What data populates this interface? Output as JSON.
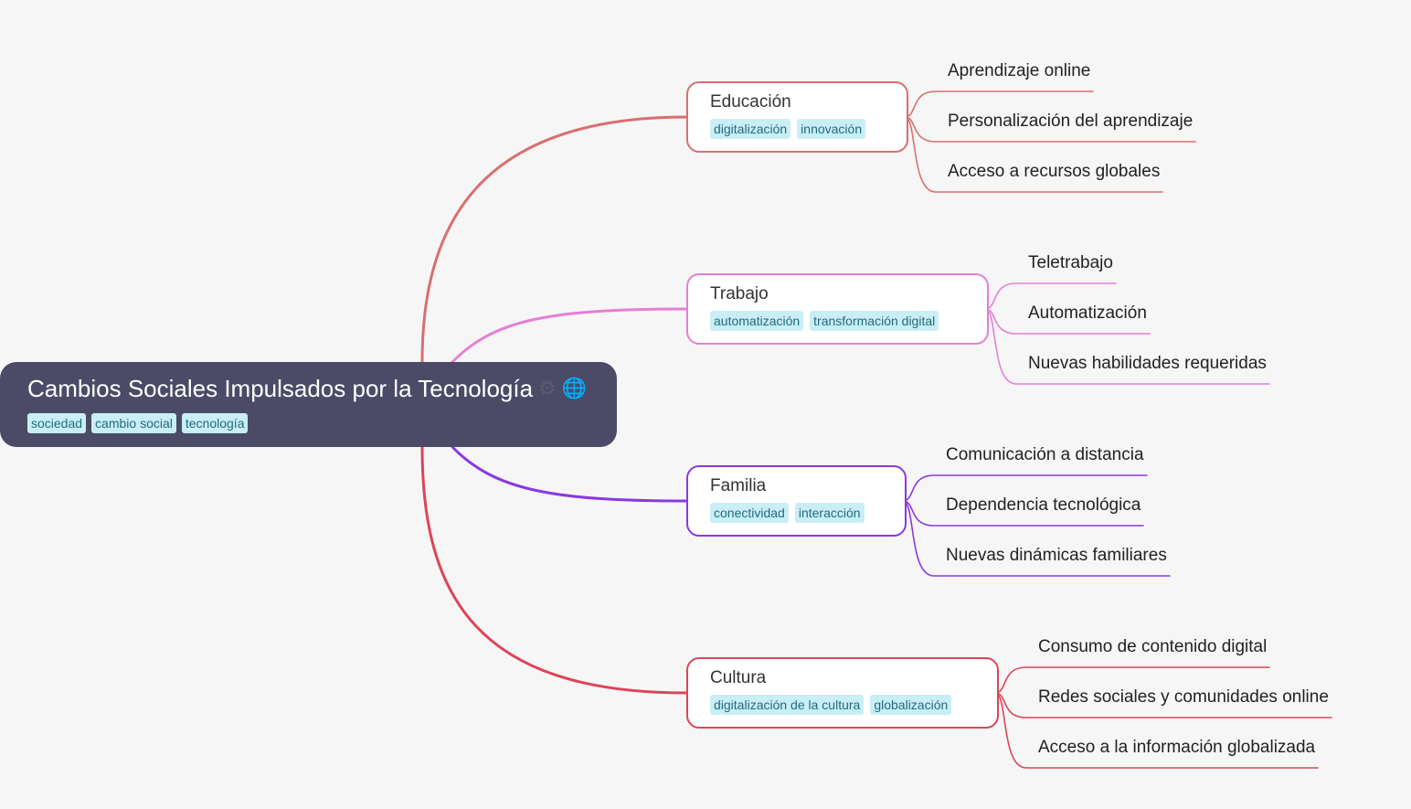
{
  "root": {
    "title": "Cambios Sociales Impulsados por la Tecnología",
    "icons": [
      "gear-icon",
      "globe-icon"
    ],
    "tags": [
      "sociedad",
      "cambio social",
      "tecnología"
    ]
  },
  "branches": [
    {
      "title": "Educación",
      "color": "#d96f6f",
      "tags": [
        "digitalización",
        "innovación"
      ],
      "children": [
        "Aprendizaje online",
        "Personalización del aprendizaje",
        "Acceso a recursos globales"
      ]
    },
    {
      "title": "Trabajo",
      "color": "#e57fd3",
      "tags": [
        "automatización",
        "transformación digital"
      ],
      "children": [
        "Teletrabajo",
        "Automatización",
        "Nuevas habilidades requeridas"
      ]
    },
    {
      "title": "Familia",
      "color": "#8a38e0",
      "tags": [
        "conectividad",
        "interacción"
      ],
      "children": [
        "Comunicación a distancia",
        "Dependencia tecnológica",
        "Nuevas dinámicas familiares"
      ]
    },
    {
      "title": "Cultura",
      "color": "#de4457",
      "tags": [
        "digitalización de la cultura",
        "globalización"
      ],
      "children": [
        "Consumo de contenido digital",
        "Redes sociales y comunidades online",
        "Acceso a la información globalizada"
      ]
    }
  ]
}
